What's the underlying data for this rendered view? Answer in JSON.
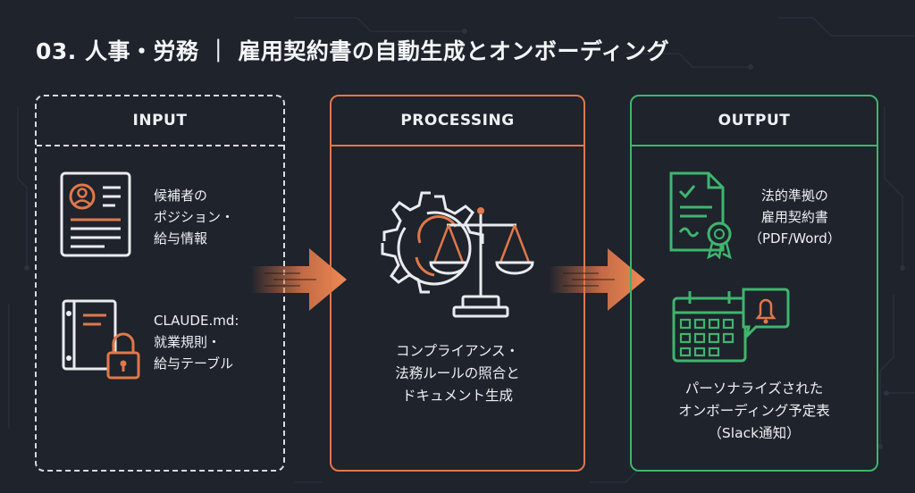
{
  "title": "03. 人事・労務 ｜ 雇用契約書の自動生成とオンボーディング",
  "panels": {
    "input": {
      "header": "INPUT",
      "items": [
        {
          "icon": "resume-document-icon",
          "text": "候補者の\nポジション・\n給与情報"
        },
        {
          "icon": "locked-binder-icon",
          "text": "CLAUDE.md:\n就業規則・\n給与テーブル"
        }
      ]
    },
    "processing": {
      "header": "PROCESSING",
      "icon": "gear-scales-icon",
      "text": "コンプライアンス・\n法務ルールの照合と\nドキュメント生成"
    },
    "output": {
      "header": "OUTPUT",
      "items": [
        {
          "icon": "certified-contract-icon",
          "text": "法的準拠の\n雇用契約書\n（PDF/Word）"
        },
        {
          "icon": "calendar-notification-icon",
          "text": "パーソナライズされた\nオンボーディング予定表\n（Slack通知）"
        }
      ]
    }
  },
  "colors": {
    "background": "#1e232c",
    "input_border": "#d8dbdf",
    "processing_accent": "#e0784a",
    "output_accent": "#3fb56e"
  }
}
